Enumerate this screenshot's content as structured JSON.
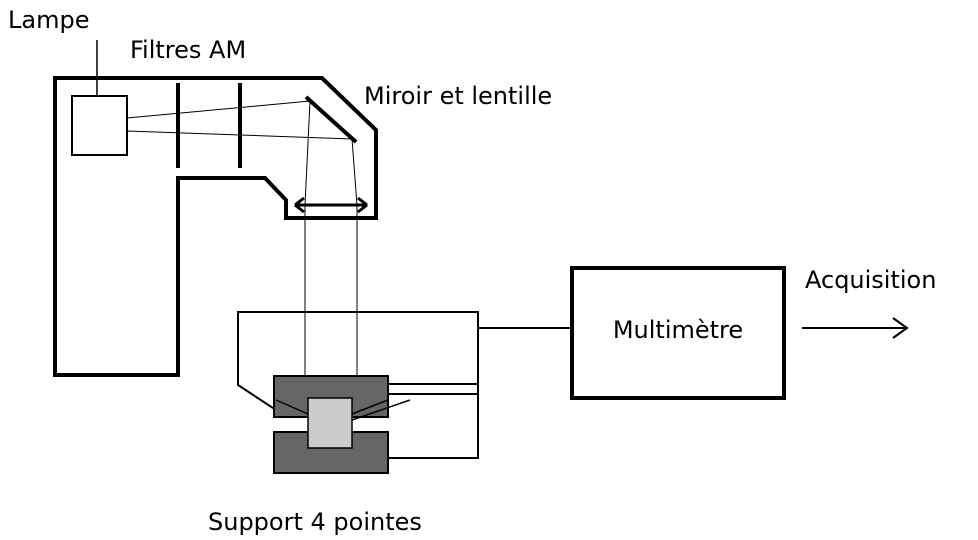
{
  "labels": {
    "lamp": "Lampe",
    "filters": "Filtres AM",
    "mirror": "Miroir et lentille",
    "multimeter": "Multimètre",
    "acquisition": "Acquisition",
    "support": "Support 4 pointes"
  },
  "colors": {
    "line": "#000000",
    "clamp": "#666666",
    "sample": "#cccccc"
  }
}
